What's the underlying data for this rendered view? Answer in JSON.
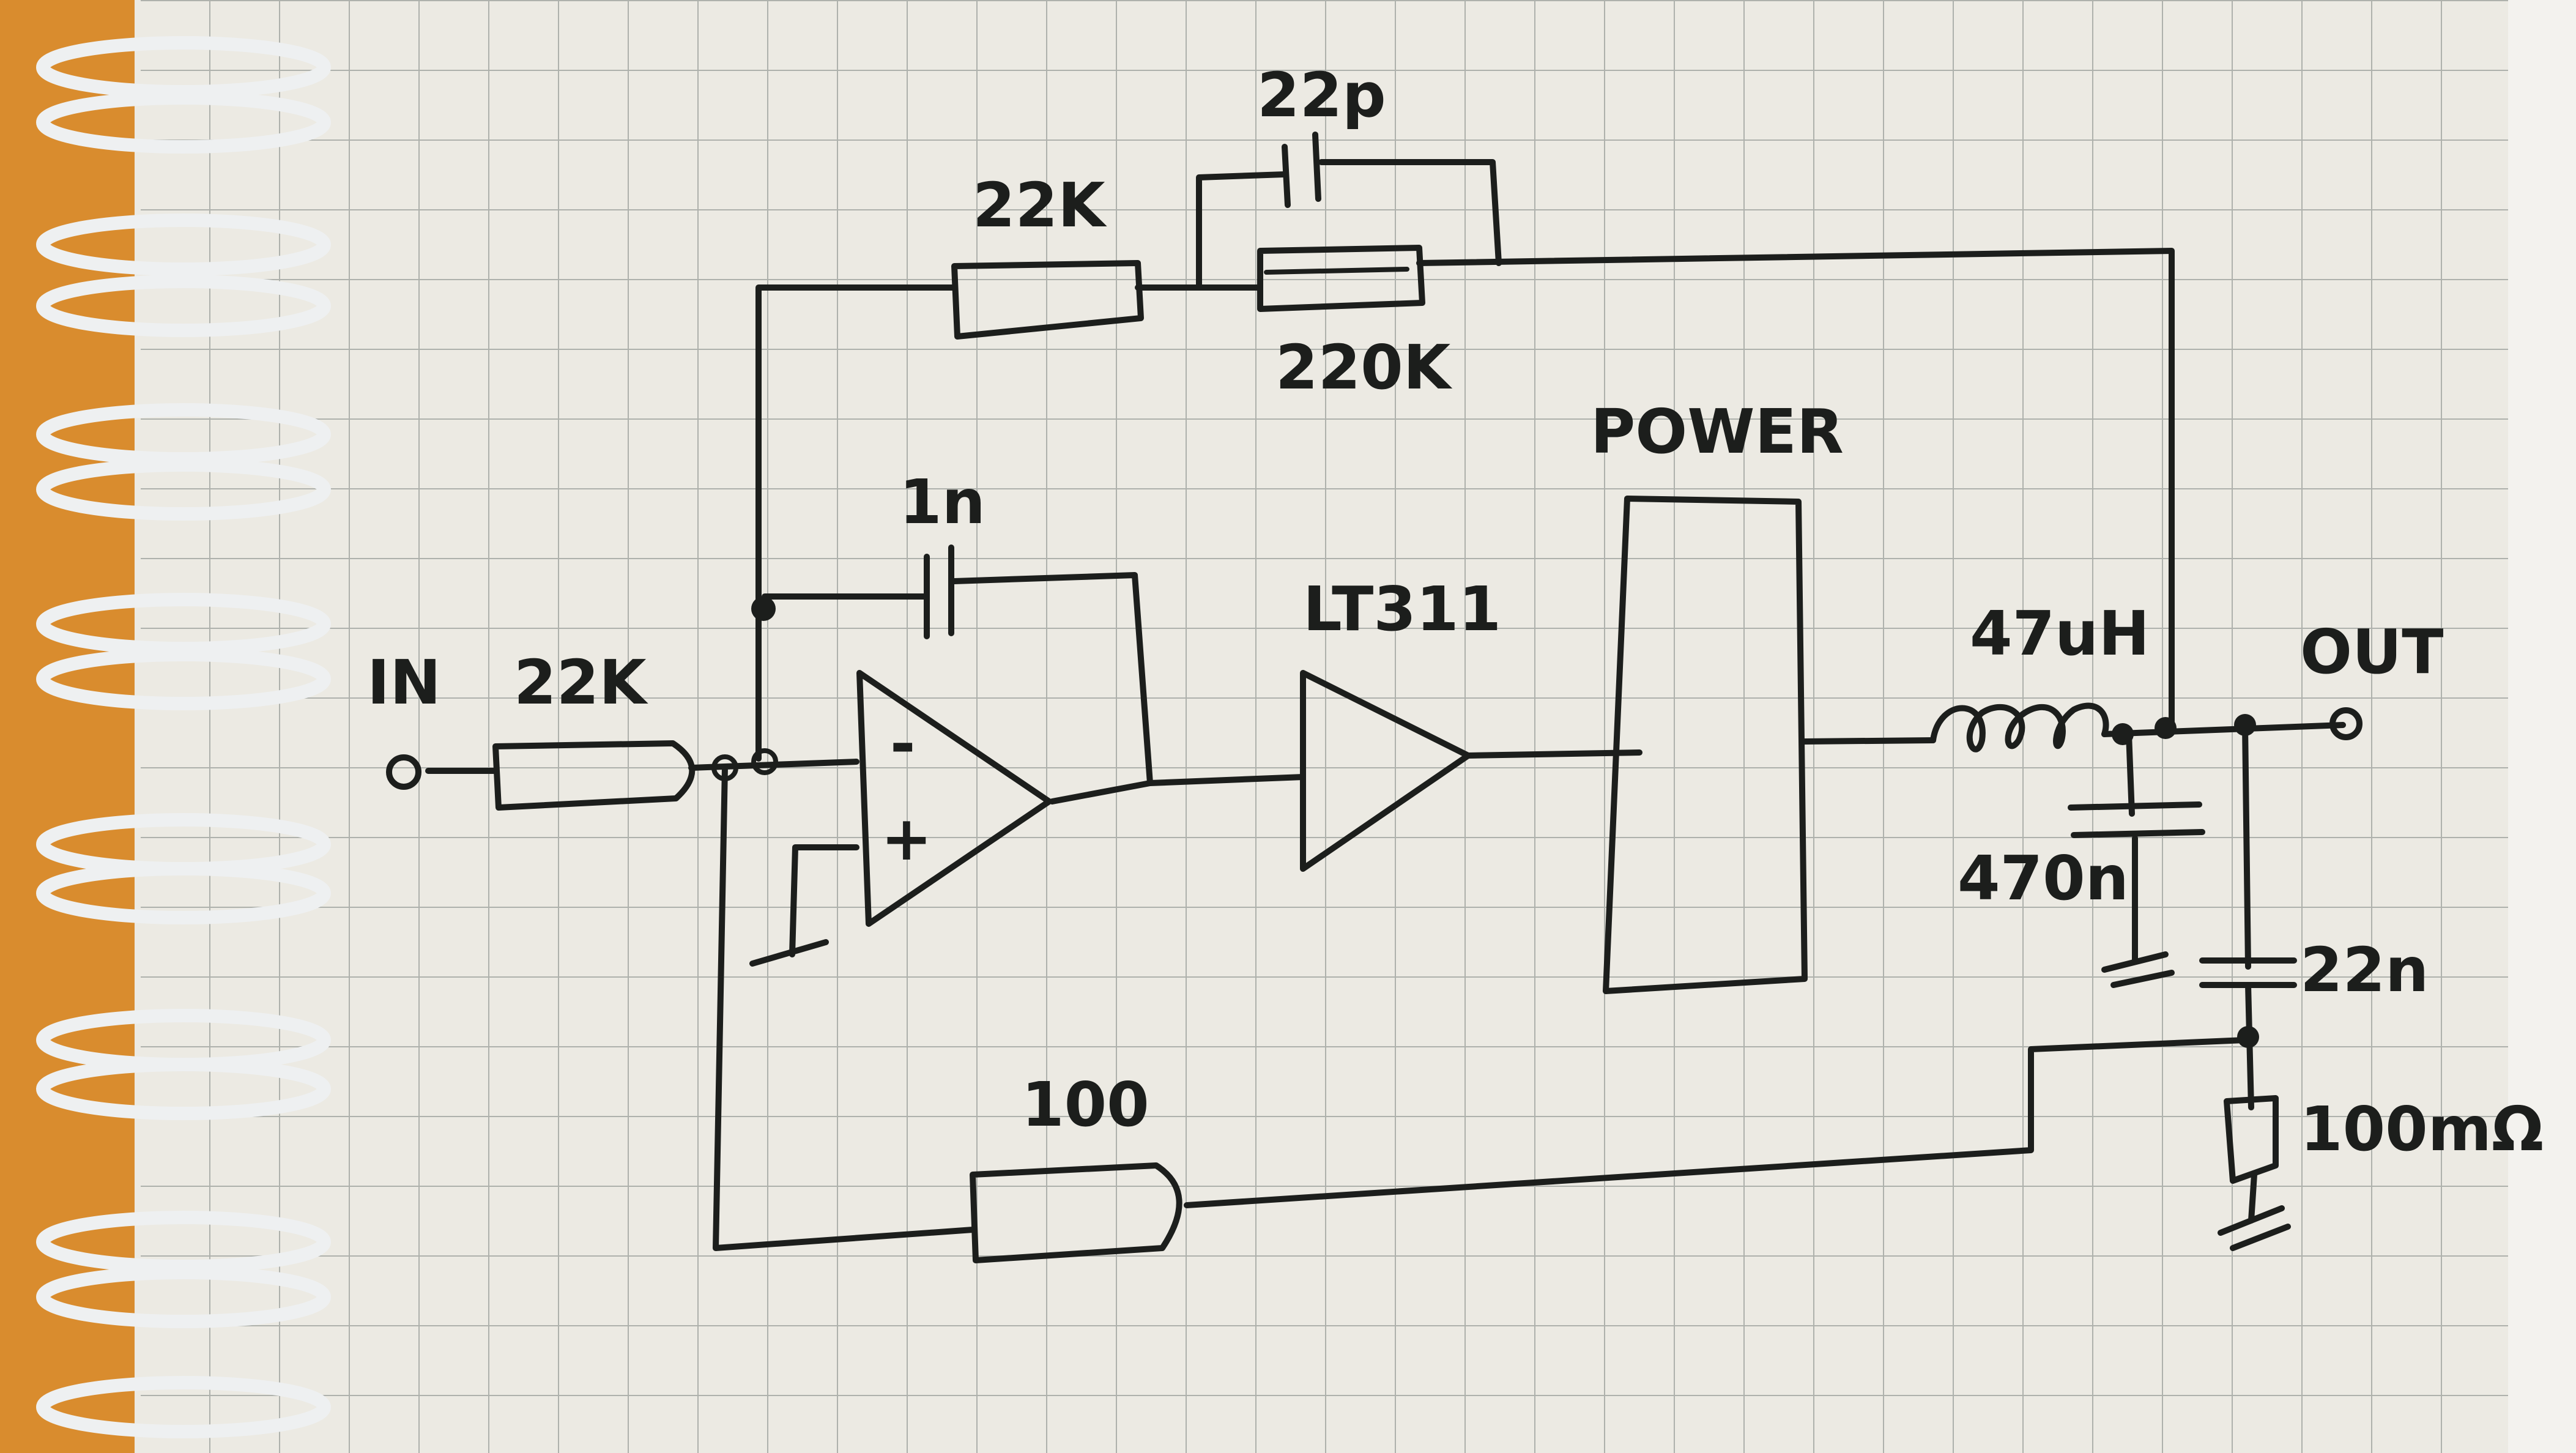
{
  "labels": {
    "cap_top": "22p",
    "res_top": "22K",
    "res_feedback": "220K",
    "power": "POWER",
    "cap_integrator": "1n",
    "comparator": "LT311",
    "input": "IN",
    "res_input": "22K",
    "inductor": "47uH",
    "output": "OUT",
    "cap_out": "470n",
    "cap_zobel": "22n",
    "res_bottom": "100",
    "res_zobel": "100mΩ",
    "opamp_minus": "-",
    "opamp_plus": "+"
  },
  "colors": {
    "ink": "#1c1e1c",
    "paper": "#e9e7df",
    "grid": "#aeb1ac",
    "desk": "#d98c2e",
    "spiral": "#eef0f1"
  }
}
